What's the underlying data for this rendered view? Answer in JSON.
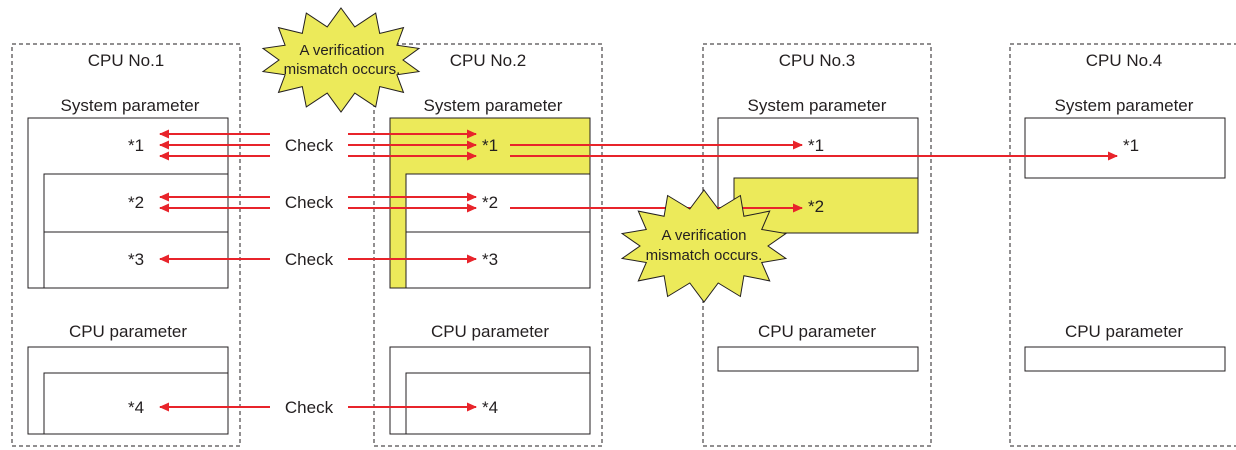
{
  "colors": {
    "arrow": "#e8242b",
    "highlight": "#ecea5a",
    "border": "#231f20",
    "background": "#ffffff"
  },
  "cpus": [
    {
      "title": "CPU No.1",
      "system_label": "System parameter",
      "cpu_label": "CPU parameter",
      "marks": {
        "m1": "*1",
        "m2": "*2",
        "m3": "*3",
        "m4": "*4"
      }
    },
    {
      "title": "CPU No.2",
      "system_label": "System parameter",
      "cpu_label": "CPU parameter",
      "marks": {
        "m1": "*1",
        "m2": "*2",
        "m3": "*3",
        "m4": "*4"
      }
    },
    {
      "title": "CPU No.3",
      "system_label": "System parameter",
      "cpu_label": "CPU parameter",
      "marks": {
        "m1": "*1",
        "m2": "*2"
      }
    },
    {
      "title": "CPU No.4",
      "system_label": "System parameter",
      "cpu_label": "CPU parameter",
      "marks": {
        "m1": "*1"
      }
    }
  ],
  "check_label": "Check",
  "callouts": [
    {
      "line1": "A verification",
      "line2": "mismatch occurs."
    },
    {
      "line1": "A verification",
      "line2": "mismatch occurs."
    }
  ]
}
